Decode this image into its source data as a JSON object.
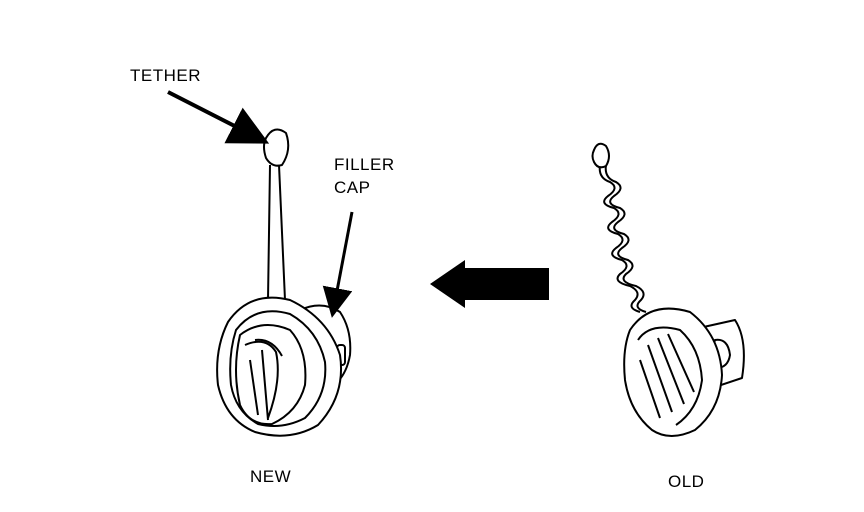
{
  "labels": {
    "tether": "TETHER",
    "filler_cap_line1": "FILLER",
    "filler_cap_line2": "CAP",
    "new": "NEW",
    "old": "OLD"
  },
  "colors": {
    "ink": "#000000",
    "paper": "#ffffff"
  }
}
